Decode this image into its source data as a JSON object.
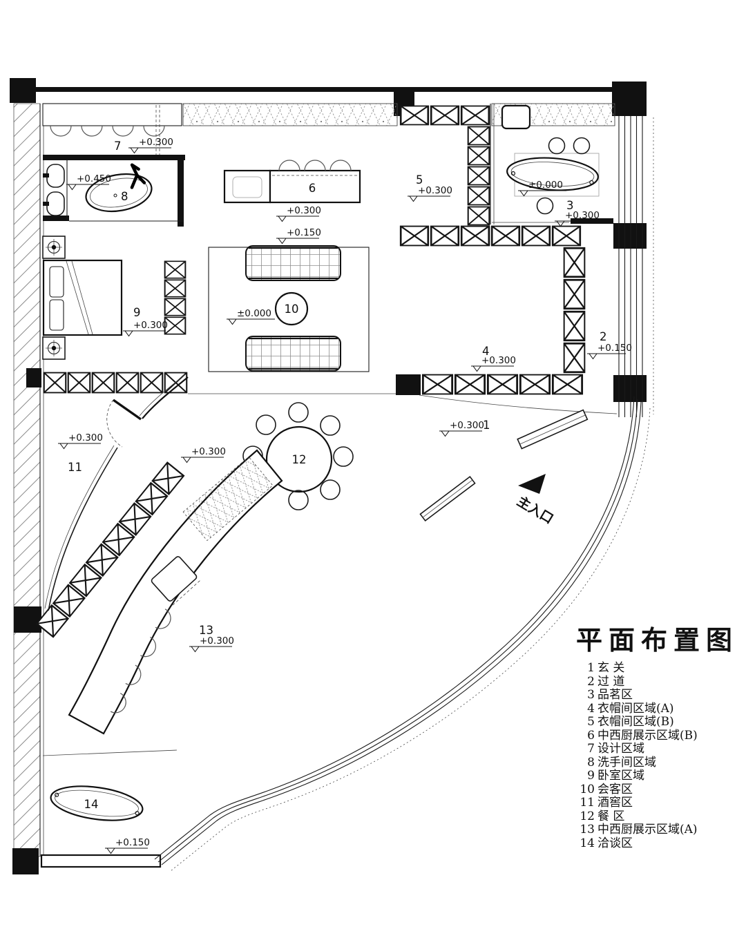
{
  "title": "平面布置图",
  "entrance": {
    "label": "主入口"
  },
  "legend": [
    {
      "num": "1",
      "name": "玄 关"
    },
    {
      "num": "2",
      "name": "过 道"
    },
    {
      "num": "3",
      "name": "品茗区"
    },
    {
      "num": "4",
      "name": "衣帽间区域(A)"
    },
    {
      "num": "5",
      "name": "衣帽间区域(B)"
    },
    {
      "num": "6",
      "name": "中西厨展示区域(B)"
    },
    {
      "num": "7",
      "name": "设计区域"
    },
    {
      "num": "8",
      "name": "洗手间区域"
    },
    {
      "num": "9",
      "name": "卧室区域"
    },
    {
      "num": "10",
      "name": "会客区"
    },
    {
      "num": "11",
      "name": "酒窖区"
    },
    {
      "num": "12",
      "name": "餐 区"
    },
    {
      "num": "13",
      "name": "中西厨展示区域(A)"
    },
    {
      "num": "14",
      "name": "洽谈区"
    }
  ],
  "annotations": {
    "a1": {
      "num": "1",
      "level": "+0.300"
    },
    "a2": {
      "num": "2",
      "level": "+0.150"
    },
    "a3": {
      "num": "3",
      "level": "+0.300",
      "datum": "±0.000"
    },
    "a4": {
      "num": "4",
      "level": "+0.300"
    },
    "a5": {
      "num": "5",
      "level": "+0.300"
    },
    "a6": {
      "num": "6",
      "level": "+0.300"
    },
    "a7": {
      "num": "7",
      "level": "+0.300"
    },
    "a8": {
      "num": "8",
      "level": "+0.450"
    },
    "a9": {
      "num": "9",
      "level": "+0.300"
    },
    "a10": {
      "num": "10",
      "datum": "±0.000",
      "step": "+0.150"
    },
    "a11": {
      "num": "11",
      "level": "+0.300"
    },
    "a12": {
      "num": "12"
    },
    "a13": {
      "num": "13",
      "level": "+0.300"
    },
    "a14": {
      "num": "14",
      "level": "+0.150"
    },
    "walkway": {
      "level": "+0.300"
    }
  }
}
